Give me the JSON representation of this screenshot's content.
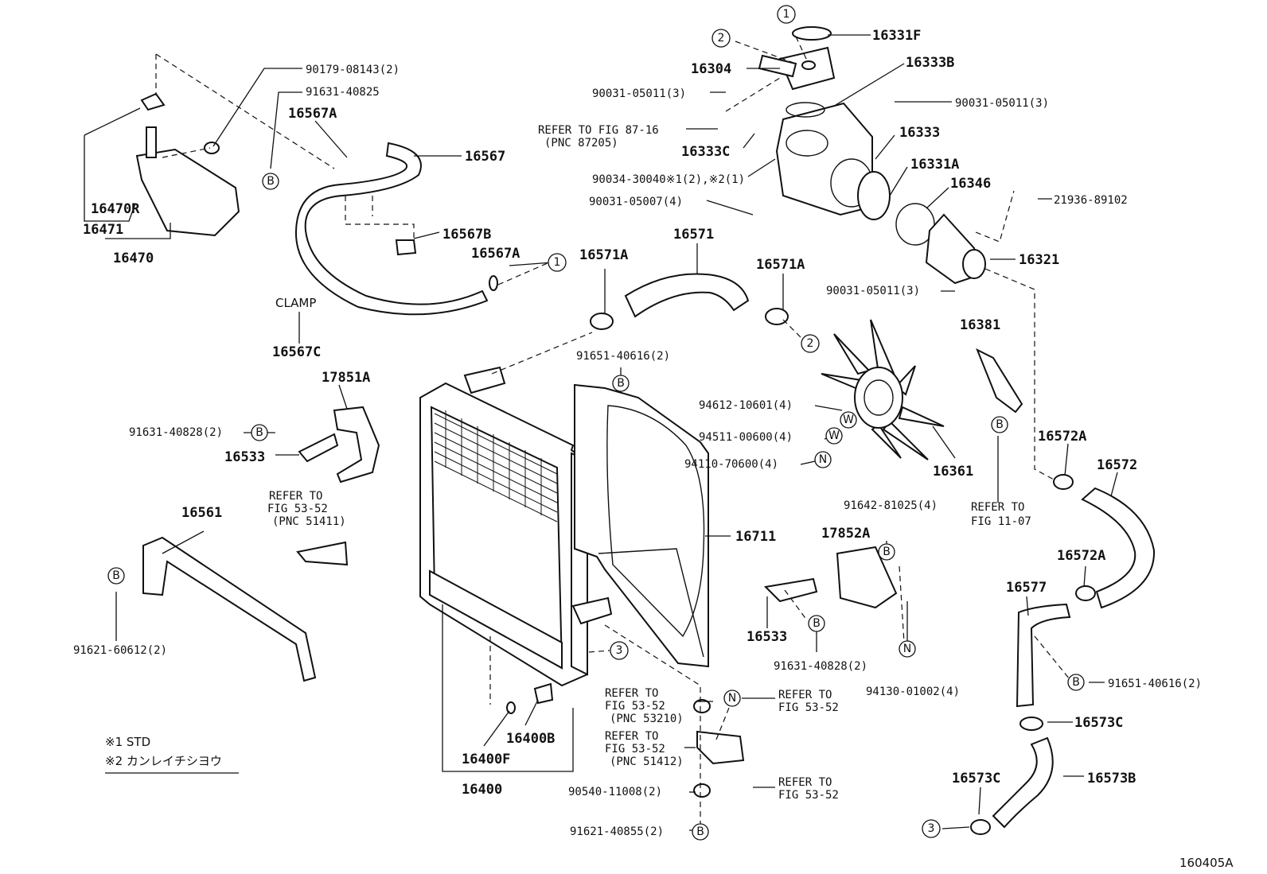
{
  "labels": {
    "p16331F": "16331F",
    "p16304": "16304",
    "p16333B": "16333B",
    "b90031_05011_3a": "90031-05011(3)",
    "b90031_05011_3b": "90031-05011(3)",
    "refer87_16": "REFER TO FIG 87-16",
    "pnc87205": "(PNC 87205)",
    "p16333C": "16333C",
    "p16333": "16333",
    "p90034": "90034-30040※1(2),※2(1)",
    "p16331A": "16331A",
    "p16346": "16346",
    "b90031_05007": "90031-05007(4)",
    "p21936": "21936-89102",
    "p16571": "16571",
    "p16571A_a": "16571A",
    "p16571A_b": "16571A",
    "p16321": "16321",
    "b90031_05011_3c": "90031-05011(3)",
    "b90179": "90179-08143(2)",
    "b91631_40825": "91631-40825",
    "p16567A_a": "16567A",
    "p16567": "16567",
    "p16470R": "16470R",
    "p16471": "16471",
    "p16470": "16470",
    "p16567B": "16567B",
    "p16567A_b": "16567A",
    "clamp": "CLAMP",
    "p16567C": "16567C",
    "p17851A": "17851A",
    "b91631_40828a": "91631-40828(2)",
    "p16533a": "16533",
    "refer53_52a": "REFER TO",
    "refer53_52a2": "FIG 53-52",
    "pnc51411": "(PNC 51411)",
    "p16561": "16561",
    "b91621_60612": "91621-60612(2)",
    "b91651_40616a": "91651-40616(2)",
    "b94612": "94612-10601(4)",
    "b94511": "94511-00600(4)",
    "b94110": "94110-70600(4)",
    "p16361": "16361",
    "p16381": "16381",
    "refer11_07a": "REFER TO",
    "refer11_07b": "FIG 11-07",
    "p16572A_a": "16572A",
    "p16572": "16572",
    "p16711": "16711",
    "b91642": "91642-81025(4)",
    "p17852A": "17852A",
    "p16572A_b": "16572A",
    "p16577": "16577",
    "p16533b": "16533",
    "b91631_40828b": "91631-40828(2)",
    "b94130": "94130-01002(4)",
    "b91651_40616b": "91651-40616(2)",
    "refer53210a": "REFER TO",
    "refer53210b": "FIG 53-52",
    "pnc53210": "(PNC 53210)",
    "referN_a": "REFER TO",
    "referN_b": "FIG 53-52",
    "refer51412a": "REFER TO",
    "refer51412b": "FIG 53-52",
    "pnc51412": "(PNC 51412)",
    "p16573C_a": "16573C",
    "p16573B": "16573B",
    "p16573C_b": "16573C",
    "p16400B": "16400B",
    "p16400F": "16400F",
    "p16400": "16400",
    "b90540": "90540-11008(2)",
    "refer53_52c1": "REFER TO",
    "refer53_52c2": "FIG 53-52",
    "b91621_40855": "91621-40855(2)",
    "note1": "※1 STD",
    "note2": "※2 カンレイチシヨウ",
    "figure_id": "160405A"
  },
  "callouts": {
    "c1": "1",
    "c2": "2",
    "c3": "3",
    "b": "B",
    "w": "W",
    "n": "N"
  }
}
